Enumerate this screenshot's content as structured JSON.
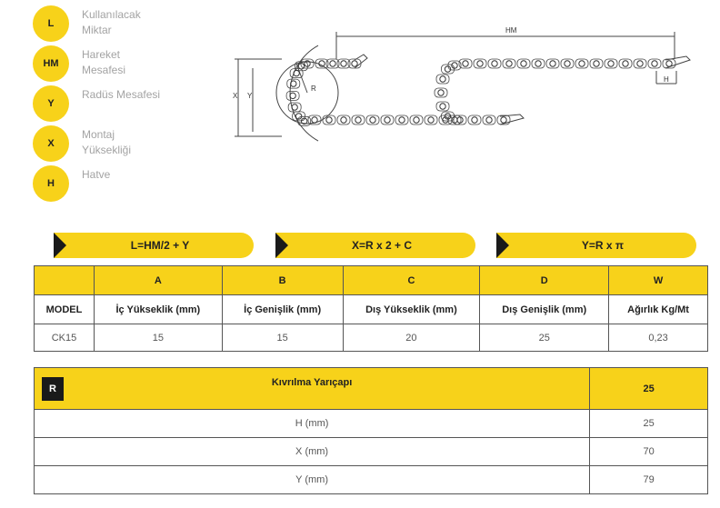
{
  "legend": [
    {
      "code": "L",
      "label": "Kullanılacak\nMiktar"
    },
    {
      "code": "HM",
      "label": "Hareket\nMesafesi"
    },
    {
      "code": "Y",
      "label": "Radüs Mesafesi"
    },
    {
      "code": "X",
      "label": "Montaj\nYüksekliği"
    },
    {
      "code": "H",
      "label": "Hatve"
    }
  ],
  "diagram": {
    "hm_label": "HM",
    "h_label": "H",
    "x_label": "X",
    "y_label": "Y",
    "r_label": "R"
  },
  "formulas": [
    "L=HM/2 + Y",
    "X=R x 2 + C",
    "Y=R x π"
  ],
  "spec_table": {
    "letters": [
      "",
      "A",
      "B",
      "C",
      "D",
      "W"
    ],
    "headers": [
      "MODEL",
      "İç Yükseklik (mm)",
      "İç Genişlik (mm)",
      "Dış Yükseklik (mm)",
      "Dış Genişlik (mm)",
      "Ağırlık Kg/Mt"
    ],
    "rows": [
      [
        "CK15",
        "15",
        "15",
        "20",
        "25",
        "0,23"
      ]
    ]
  },
  "radius_table": {
    "badge": "R",
    "title": "Kıvrılma Yarıçapı",
    "value": "25",
    "rows": [
      {
        "label": "H (mm)",
        "value": "25"
      },
      {
        "label": "X (mm)",
        "value": "70"
      },
      {
        "label": "Y (mm)",
        "value": "79"
      }
    ]
  },
  "colors": {
    "accent": "#f7d21a",
    "dark": "#1a1a1a",
    "line": "#555555"
  }
}
